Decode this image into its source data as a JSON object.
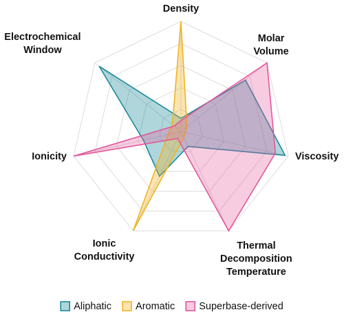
{
  "chart_data": {
    "type": "radar",
    "title": "",
    "axes": [
      {
        "name": "density",
        "label": [
          "Density"
        ]
      },
      {
        "name": "molar-volume",
        "label": [
          "Molar",
          "Volume"
        ]
      },
      {
        "name": "viscosity",
        "label": [
          "Viscosity"
        ]
      },
      {
        "name": "thermal-decomposition-temperature",
        "label": [
          "Thermal",
          "Decomposition",
          "Temperature"
        ]
      },
      {
        "name": "ionic-conductivity",
        "label": [
          "Ionic",
          "Conductivity"
        ]
      },
      {
        "name": "ionicity",
        "label": [
          "Ionicity"
        ]
      },
      {
        "name": "electrochemical-window",
        "label": [
          "Electrochemical",
          "Window"
        ]
      }
    ],
    "range": [
      0,
      1
    ],
    "grid_rings": 5,
    "grid": true,
    "legend_position": "bottom",
    "series": [
      {
        "name": "Aliphatic",
        "values": [
          0.12,
          0.75,
          0.97,
          0.15,
          0.45,
          0.35,
          0.95
        ],
        "stroke": "#1a8a99",
        "fill": "#1a8a99",
        "fill_opacity": 0.35
      },
      {
        "name": "Aromatic",
        "values": [
          1.0,
          0.07,
          0.04,
          0.06,
          1.0,
          0.12,
          0.1
        ],
        "stroke": "#f0b323",
        "fill": "#f0b323",
        "fill_opacity": 0.35
      },
      {
        "name": "Superbase-derived",
        "values": [
          0.1,
          1.0,
          0.88,
          1.0,
          0.07,
          1.0,
          0.08
        ],
        "stroke": "#e3569a",
        "fill": "#e3569a",
        "fill_opacity": 0.3
      }
    ]
  }
}
